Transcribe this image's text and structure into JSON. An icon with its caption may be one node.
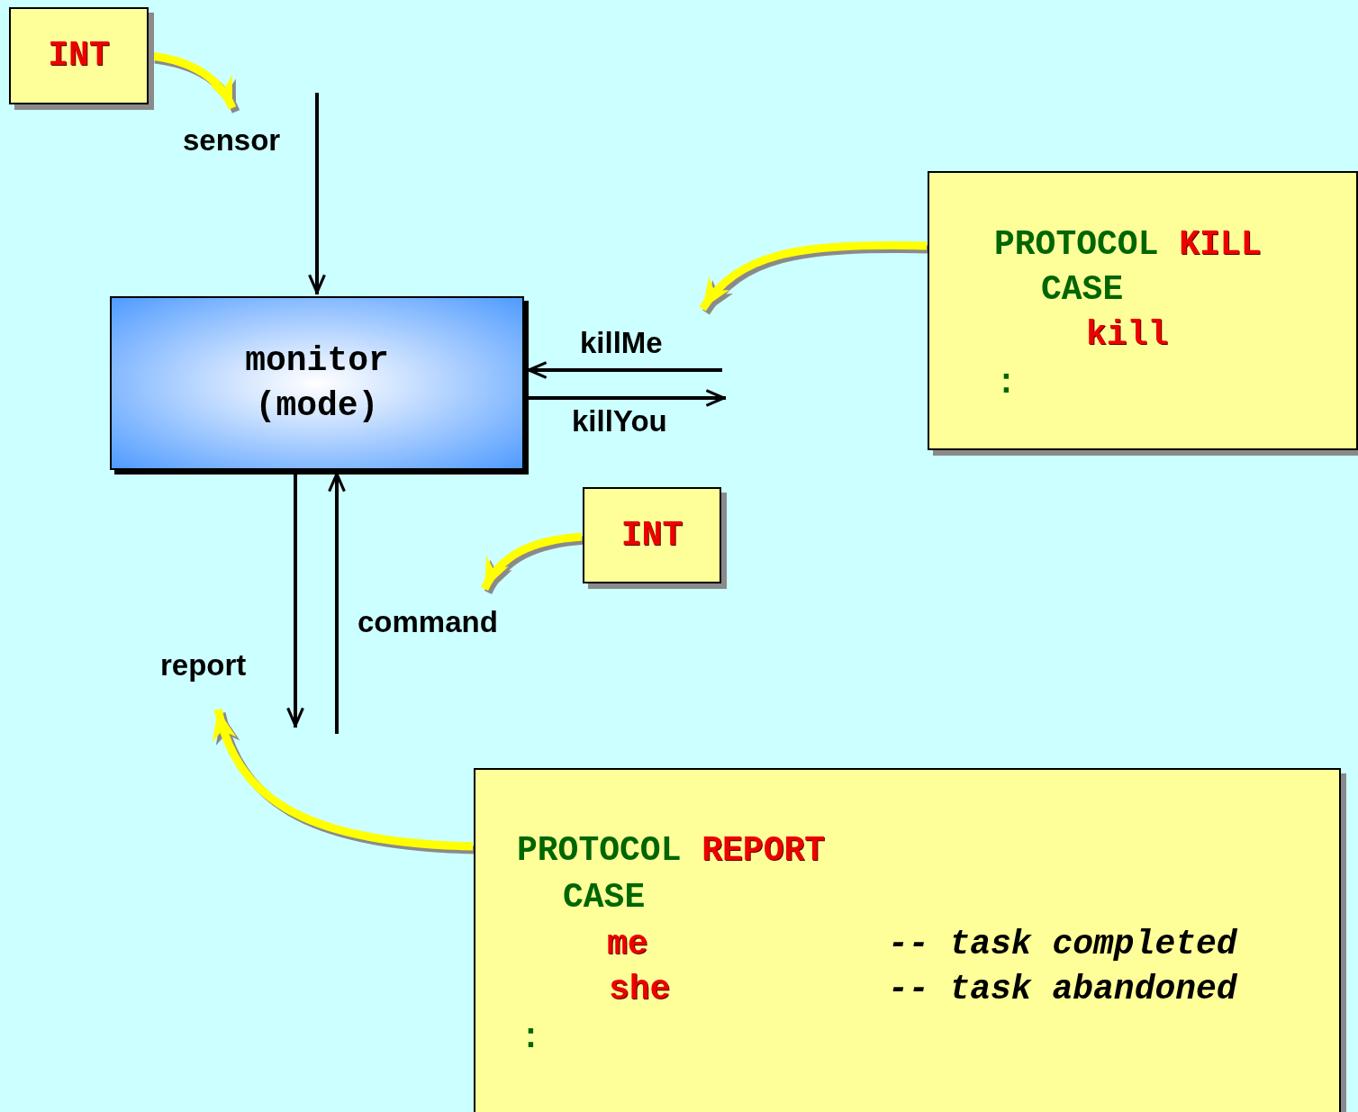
{
  "diagram": {
    "nodes": [
      {
        "text": [
          "INT"
        ]
      },
      {
        "text": [
          "monitor (mode)"
        ]
      },
      {
        "text": [
          "PROTOCOL KILL",
          "CASE",
          "kill",
          ":"
        ]
      },
      {
        "text": [
          "INT"
        ]
      },
      {
        "text": [
          "PROTOCOL REPORT",
          "CASE",
          "me",
          "-- task completed",
          "she",
          "-- task abandoned",
          ":"
        ]
      }
    ],
    "edges": [
      {
        "from": null,
        "to": 1,
        "arrow": "to",
        "label": "sensor"
      },
      {
        "from": null,
        "to": 1,
        "arrow": "to",
        "label": "killMe"
      },
      {
        "from": 1,
        "to": null,
        "arrow": "to",
        "label": "killYou"
      },
      {
        "from": null,
        "to": 1,
        "arrow": "to",
        "label": "command"
      },
      {
        "from": 1,
        "to": null,
        "arrow": "to",
        "label": "report"
      },
      {
        "from": 0,
        "to": null,
        "arrow": "to",
        "style": "thick",
        "color": "#ffff00"
      },
      {
        "from": 2,
        "to": null,
        "arrow": "to",
        "style": "thick",
        "color": "#ffff00"
      },
      {
        "from": 3,
        "to": null,
        "arrow": "to",
        "style": "thick",
        "color": "#ffff00"
      },
      {
        "from": 4,
        "to": null,
        "arrow": "to",
        "style": "thick",
        "color": "#ffff00"
      }
    ]
  }
}
